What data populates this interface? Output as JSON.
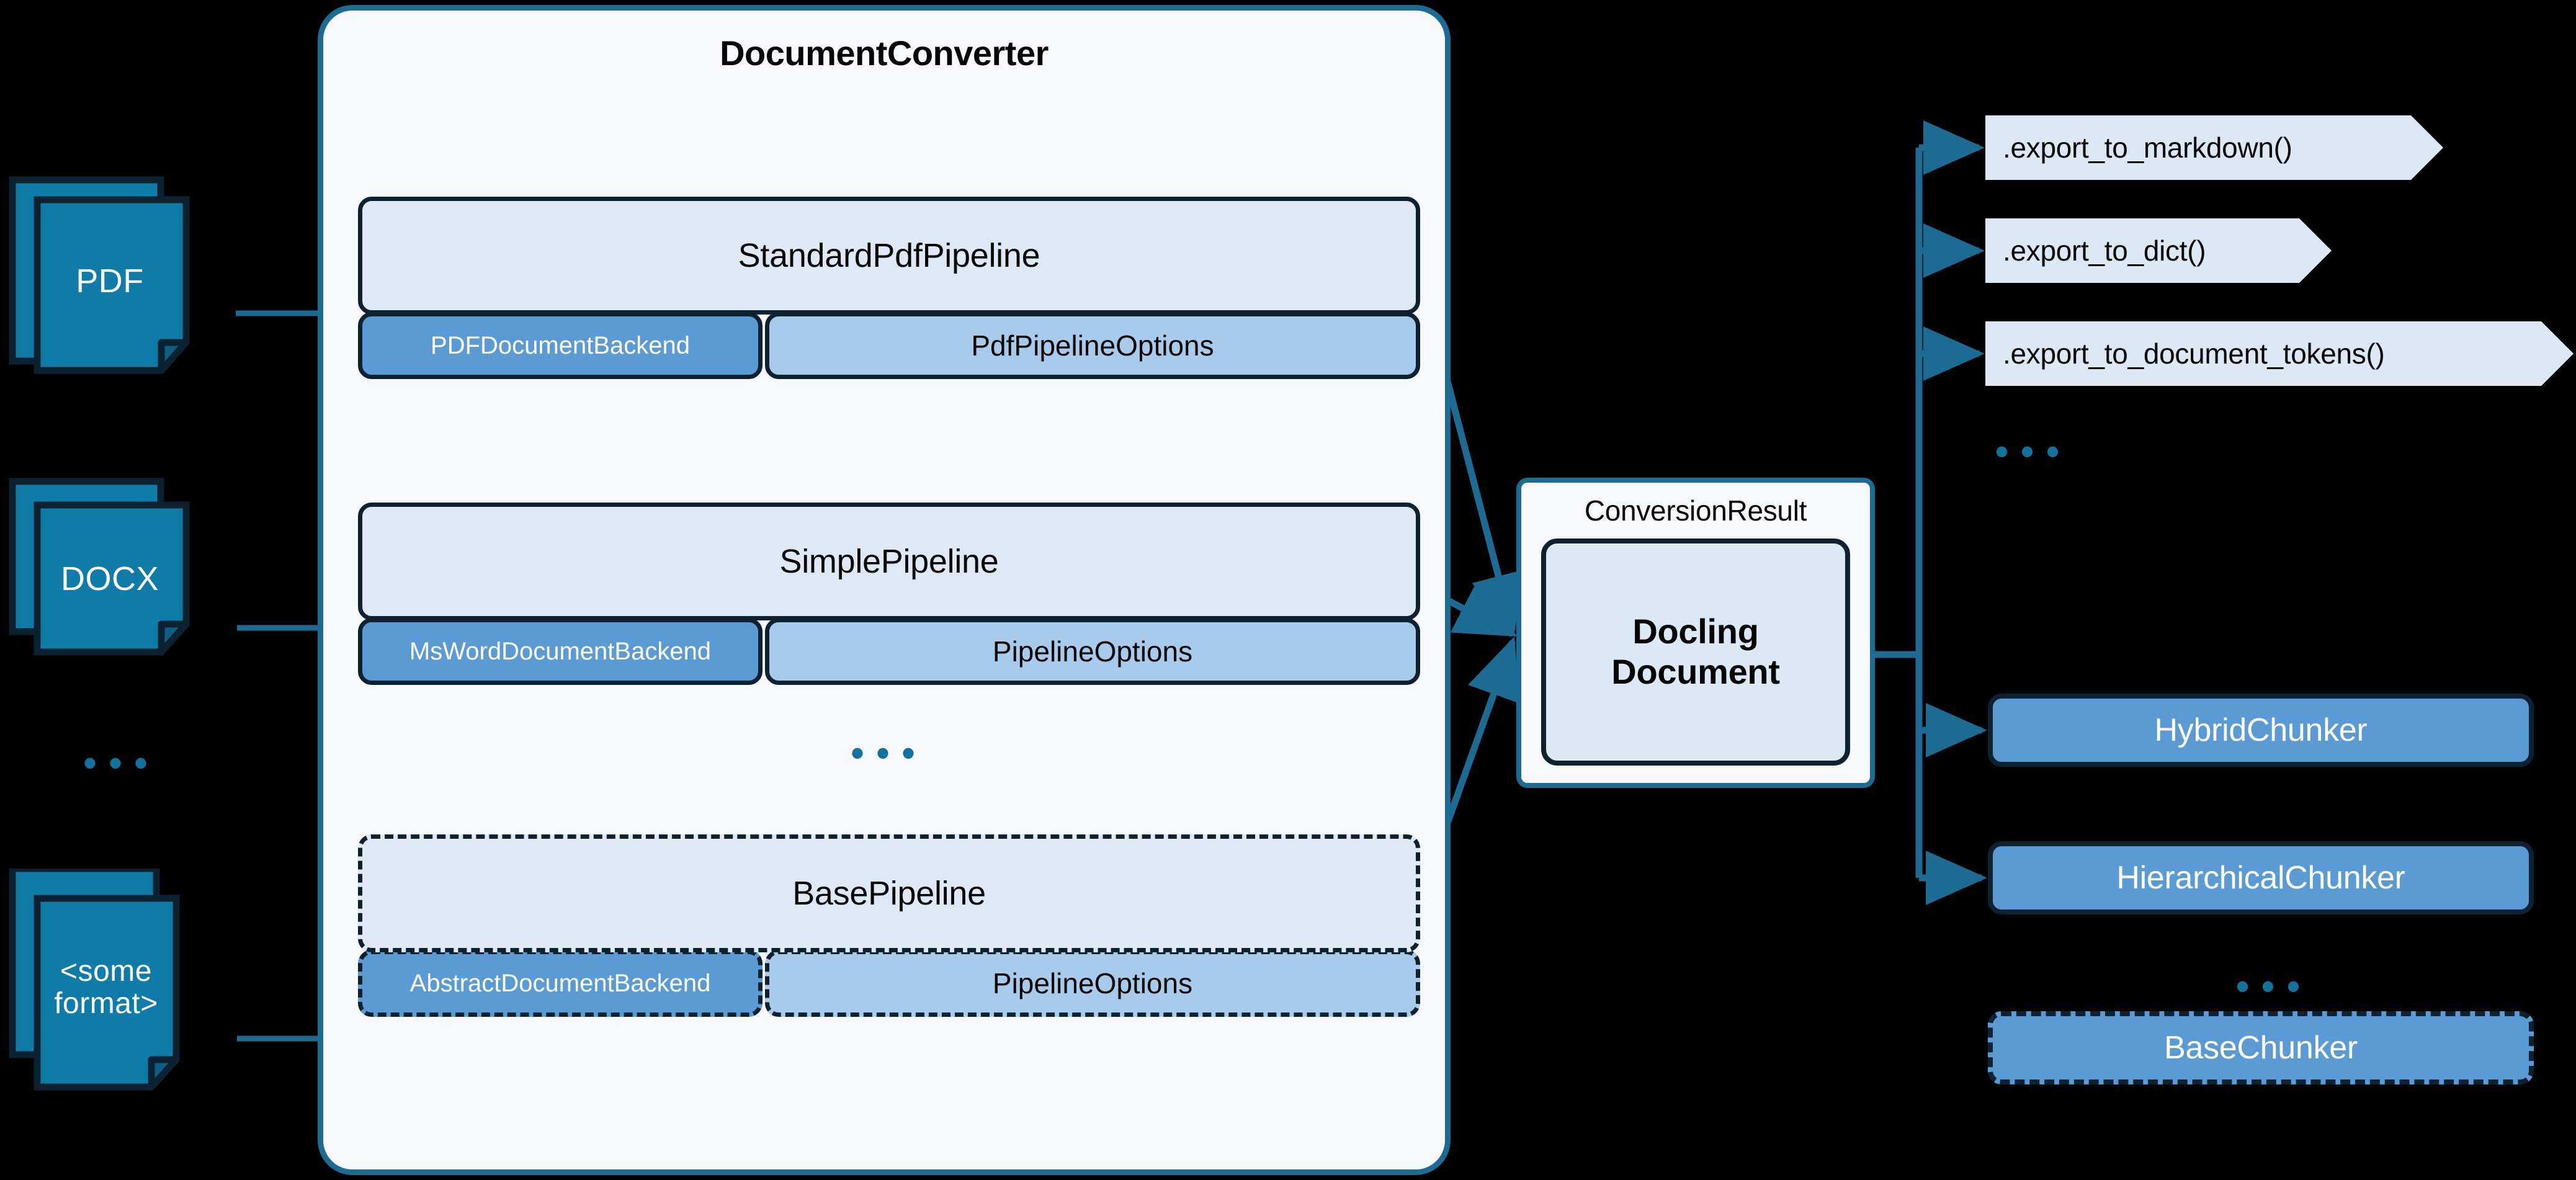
{
  "inputs": [
    {
      "label": "PDF",
      "icon": "pdf-document-icon"
    },
    {
      "label": "DOCX",
      "icon": "docx-document-icon"
    },
    {
      "label": "<some\nformat>",
      "icon": "generic-document-icon"
    }
  ],
  "input_ellipsis": "• • •",
  "converter": {
    "title": "DocumentConverter",
    "pipelines": [
      {
        "name": "StandardPdfPipeline",
        "backend": "PDFDocumentBackend",
        "options": "PdfPipelineOptions",
        "abstract": false
      },
      {
        "name": "SimplePipeline",
        "backend": "MsWordDocumentBackend",
        "options": "PipelineOptions",
        "abstract": false
      },
      {
        "name": "BasePipeline",
        "backend": "AbstractDocumentBackend",
        "options": "PipelineOptions",
        "abstract": true
      }
    ],
    "ellipsis": "• • •"
  },
  "conversion_result": {
    "title": "ConversionResult",
    "document_line_1": "Docling",
    "document_line_2": "Document"
  },
  "exports": [
    {
      "label": ".export_to_markdown()"
    },
    {
      "label": ".export_to_dict()"
    },
    {
      "label": ".export_to_document_tokens()"
    }
  ],
  "exports_ellipsis": "• • •",
  "chunkers": [
    {
      "label": "HybridChunker",
      "abstract": false
    },
    {
      "label": "HierarchicalChunker",
      "abstract": false
    },
    {
      "label": "BaseChunker",
      "abstract": true
    }
  ],
  "chunkers_ellipsis": "• • •",
  "colors": {
    "background": "#000000",
    "container_fill": "#f7f9fd",
    "container_border": "#1b6b93",
    "pipeline_head_fill": "#dee9f5",
    "backend_fill": "#5a9bd5",
    "options_fill": "#a9cbeb",
    "box_border": "#0d2230",
    "doc_icon_fill": "#0f7ba8",
    "doc_icon_border": "#0d2230",
    "connector": "#1b6b93",
    "ellipsis": "#12729e",
    "chevron_fill": "#dde8f5"
  }
}
